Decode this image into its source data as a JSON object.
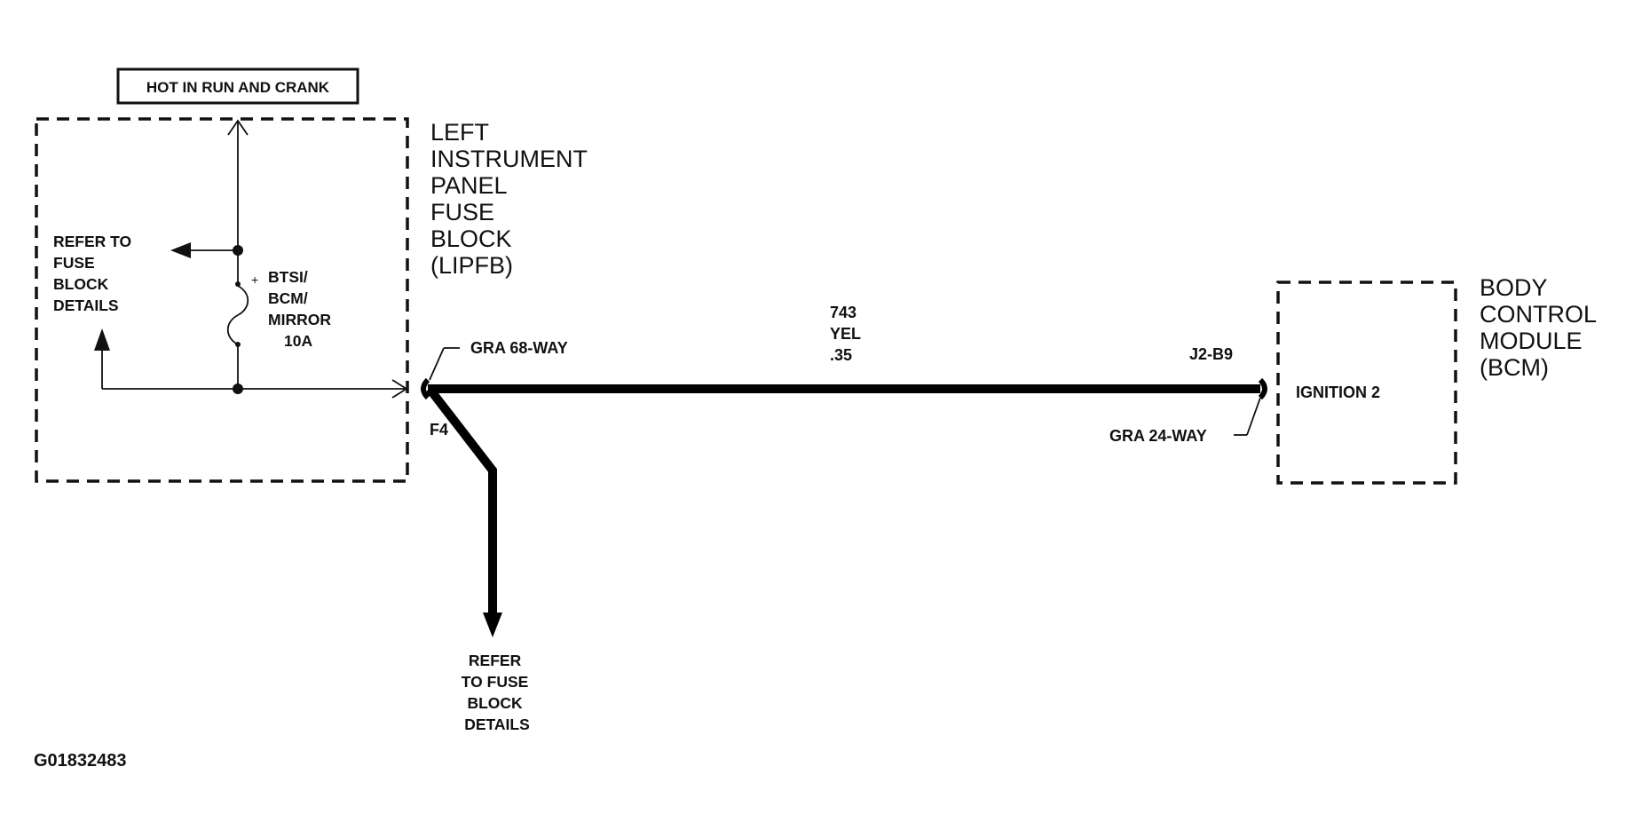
{
  "header": {
    "power_label": "HOT IN RUN AND CRANK"
  },
  "fuse_block": {
    "name_lines": [
      "LEFT",
      "INSTRUMENT",
      "PANEL",
      "FUSE",
      "BLOCK",
      "(LIPFB)"
    ],
    "refer_left_lines": [
      "REFER TO",
      "FUSE",
      "BLOCK",
      "DETAILS"
    ],
    "fuse_label_lines": [
      "BTSI/",
      "BCM/",
      "MIRROR",
      "10A"
    ],
    "fuse_polarity": "+"
  },
  "connector_left": {
    "label": "GRA 68-WAY",
    "pin": "F4"
  },
  "wire": {
    "circuit": "743",
    "color": "YEL",
    "gauge": ".35"
  },
  "branch": {
    "refer_lines": [
      "REFER",
      "TO FUSE",
      "BLOCK",
      "DETAILS"
    ]
  },
  "connector_right": {
    "label": "GRA 24-WAY",
    "pin": "J2-B9"
  },
  "bcm": {
    "terminal": "IGNITION 2",
    "name_lines": [
      "BODY",
      "CONTROL",
      "MODULE",
      "(BCM)"
    ]
  },
  "figure_id": "G01832483"
}
